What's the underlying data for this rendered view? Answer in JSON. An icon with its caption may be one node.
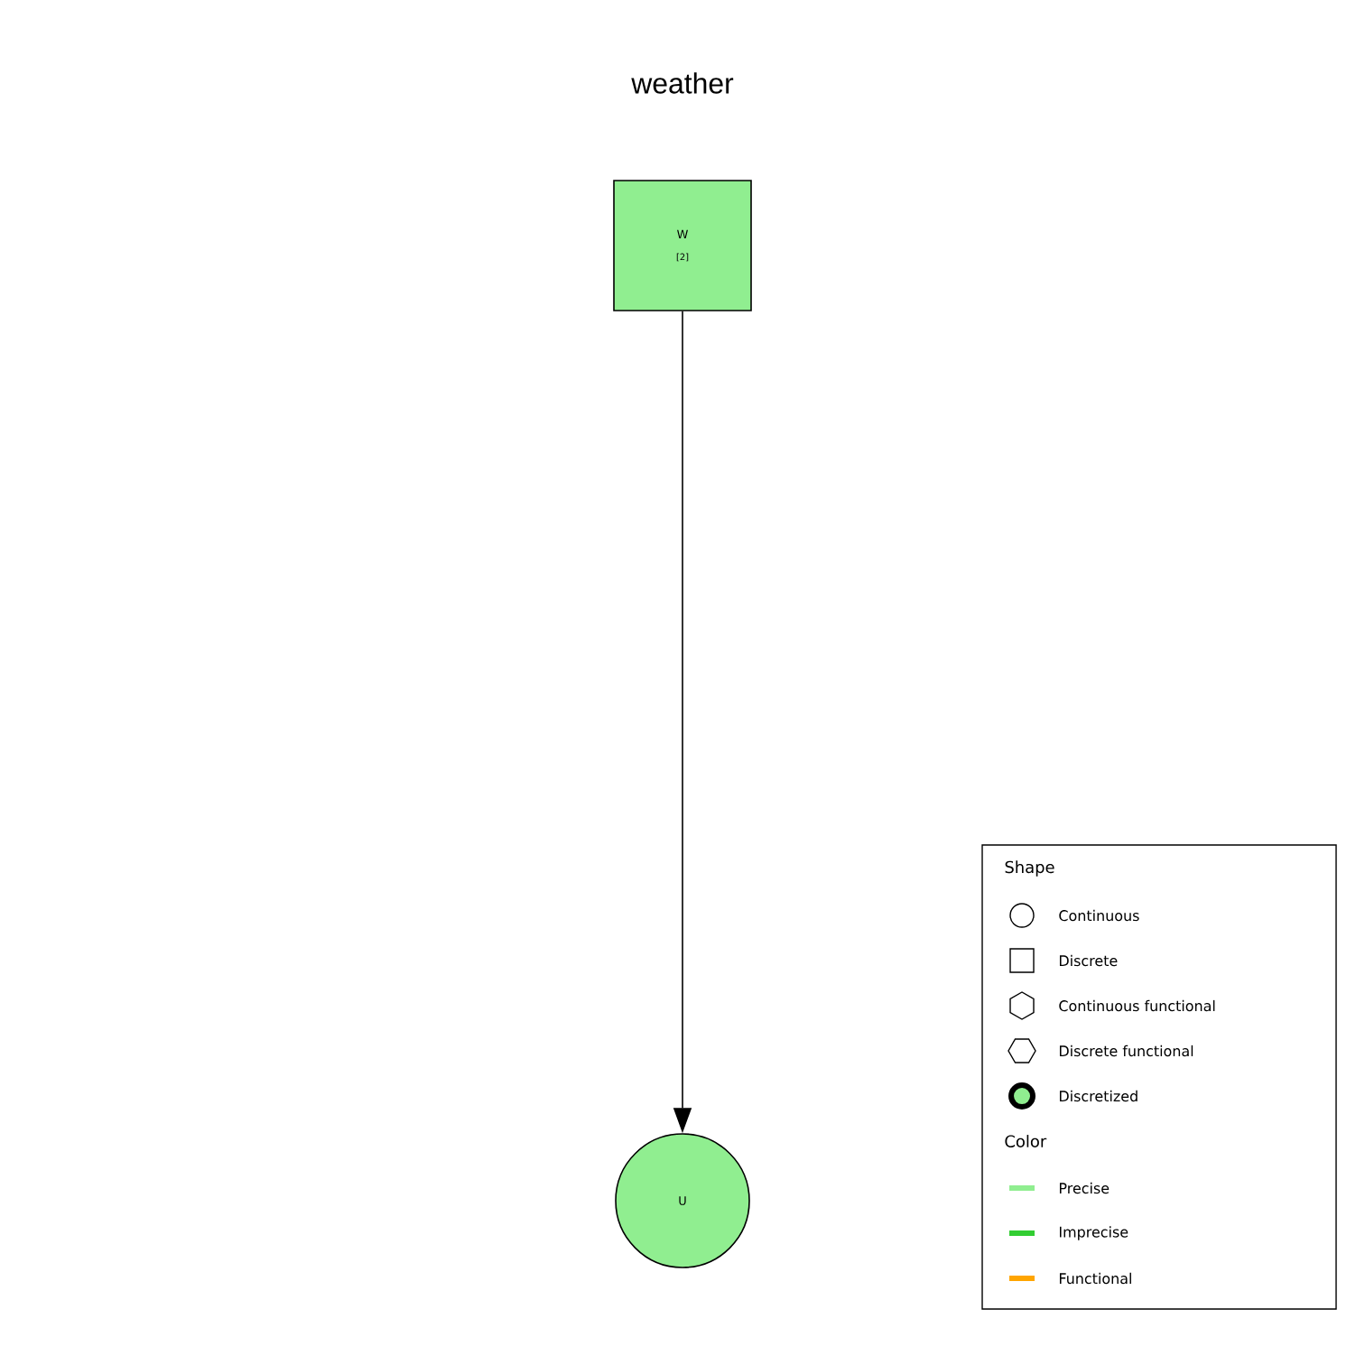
{
  "diagram": {
    "title": "weather",
    "nodes": [
      {
        "text": [
          "W",
          "[2]"
        ]
      },
      {
        "text": [
          "U"
        ]
      }
    ],
    "edges": [
      {
        "from": 0,
        "to": 1,
        "arrow": "to"
      }
    ],
    "labels": [
      "Shape",
      "Color"
    ],
    "legend": [
      {
        "text": "Continuous"
      },
      {
        "text": "Discrete"
      },
      {
        "text": "Continuous functional"
      },
      {
        "text": "Discrete functional"
      },
      {
        "text": "Discretized"
      },
      {
        "text": "Precise",
        "color": "#90ee90"
      },
      {
        "text": "Imprecise",
        "color": "#32cd32"
      },
      {
        "text": "Functional",
        "color": "#ffa500"
      }
    ]
  }
}
